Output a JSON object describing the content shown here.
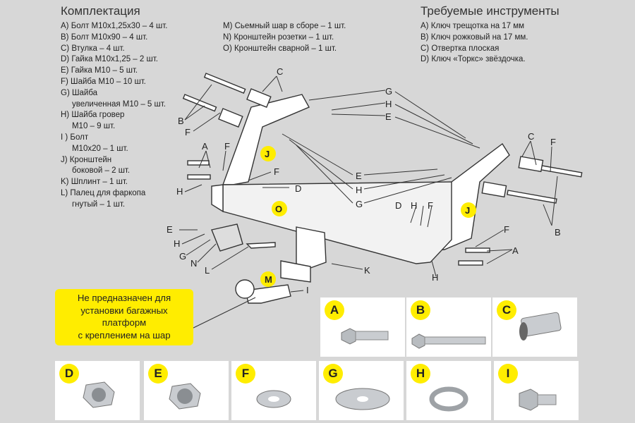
{
  "kit": {
    "title": "Комплектация",
    "col1": [
      "A) Болт M10x1,25x30 – 4 шт.",
      "B) Болт M10x90 – 4 шт.",
      "C) Втулка – 4 шт.",
      "D) Гайка M10x1,25 – 2 шт.",
      "E) Гайка M10 – 5 шт.",
      "F) Шайба M10 – 10 шт.",
      "G) Шайба",
      "     увеличенная M10 – 5 шт.",
      "H) Шайба гровер",
      "     M10 – 9 шт.",
      "I ) Болт",
      "     M10x20 – 1 шт.",
      "J) Кронштейн",
      "     боковой – 2 шт.",
      "K) Шплинт – 1 шт.",
      "L) Палец для фаркопа",
      "     гнутый – 1 шт."
    ],
    "col2": [
      "M) Сьемный шар в сборе – 1 шт.",
      "N) Кронштейн розетки – 1 шт.",
      "O) Кронштейн сварной – 1 шт."
    ]
  },
  "tools": {
    "title": "Требуемые инструменты",
    "items": [
      "A) Ключ трещотка на 17 мм",
      "B) Ключ рожковый на 17 мм.",
      "C) Отвертка плоская",
      "D) Ключ «Торкс» звёздочка."
    ]
  },
  "callout": {
    "lines": [
      "Не предназначен для",
      "установки багажных",
      "платформ",
      "с креплением на шар"
    ]
  },
  "diagram_labels": {
    "C_left": "C",
    "B_left": "B",
    "F_left": "F",
    "A_left": "A",
    "F_left2": "F",
    "H_left": "H",
    "J_left": "J",
    "F_mid": "F",
    "D_mid": "D",
    "O": "O",
    "G_top": "G",
    "H_top": "H",
    "E_top": "E",
    "E_mid": "E",
    "H_mid": "H",
    "G_mid": "G",
    "C_right": "C",
    "F_right": "F",
    "B_right": "B",
    "D_r": "D",
    "H_r": "H",
    "F_r": "F",
    "J_right": "J",
    "F_r2": "F",
    "A_right": "A",
    "H_right": "H",
    "E_bl": "E",
    "H_bl": "H",
    "G_bl": "G",
    "N_bl": "N",
    "L_bl": "L",
    "K": "K",
    "M": "M",
    "I": "I"
  },
  "parts": {
    "A": "A",
    "B": "B",
    "C": "C",
    "D": "D",
    "E": "E",
    "F": "F",
    "G": "G",
    "H": "H",
    "I": "I"
  },
  "colors": {
    "background": "#d7d7d7",
    "accent_yellow": "#ffed00",
    "tile_bg": "#ffffff",
    "line": "#333333"
  }
}
